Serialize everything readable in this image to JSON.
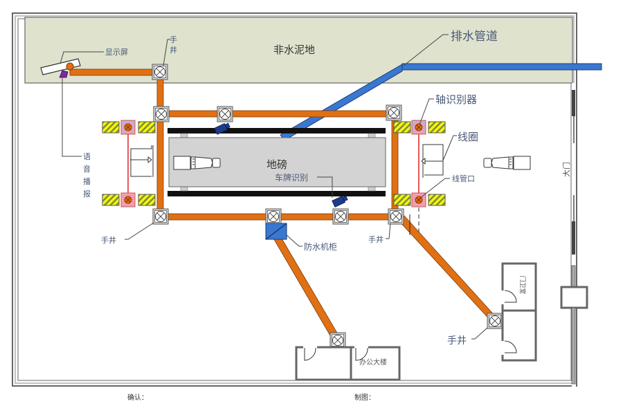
{
  "diagram": {
    "title": "地磅现场布置示意图",
    "zones": {
      "non_concrete": "非水泥地",
      "scale": "地磅"
    },
    "labels": {
      "display": "显示屏",
      "hand_well_top": "手\n井",
      "hand_well_top_line1": "手",
      "hand_well_top_line2": "井",
      "drain_pipe": "排水管道",
      "axle_detector": "轴识别器",
      "coil": "线圈",
      "conduit_port": "线管口",
      "voice_broadcast": [
        "语",
        "音",
        "播",
        "报"
      ],
      "plate_recognition": "车牌识别",
      "waterproof_cabinet": "防水机柜",
      "hand_well_left": "手井",
      "hand_well_mid": "手井",
      "hand_well_bottom_right": "手井",
      "gate": "大门",
      "guard_room": "门卫室",
      "office_building": "办公大楼"
    },
    "footer": {
      "confirm": "确认：",
      "drawn_by": "制图："
    },
    "colors": {
      "cable_pipe": "#e07014",
      "drain_pipe": "#3a78d0",
      "non_concrete_area": "#dfe2cd",
      "scale_platform": "#d3d3d3",
      "camera": "#1d3c8a",
      "cabinet": "#3a78d0",
      "loop_wire": "#e02020",
      "bumper": "#f5f50a",
      "speaker": "#7a2aa0"
    }
  }
}
